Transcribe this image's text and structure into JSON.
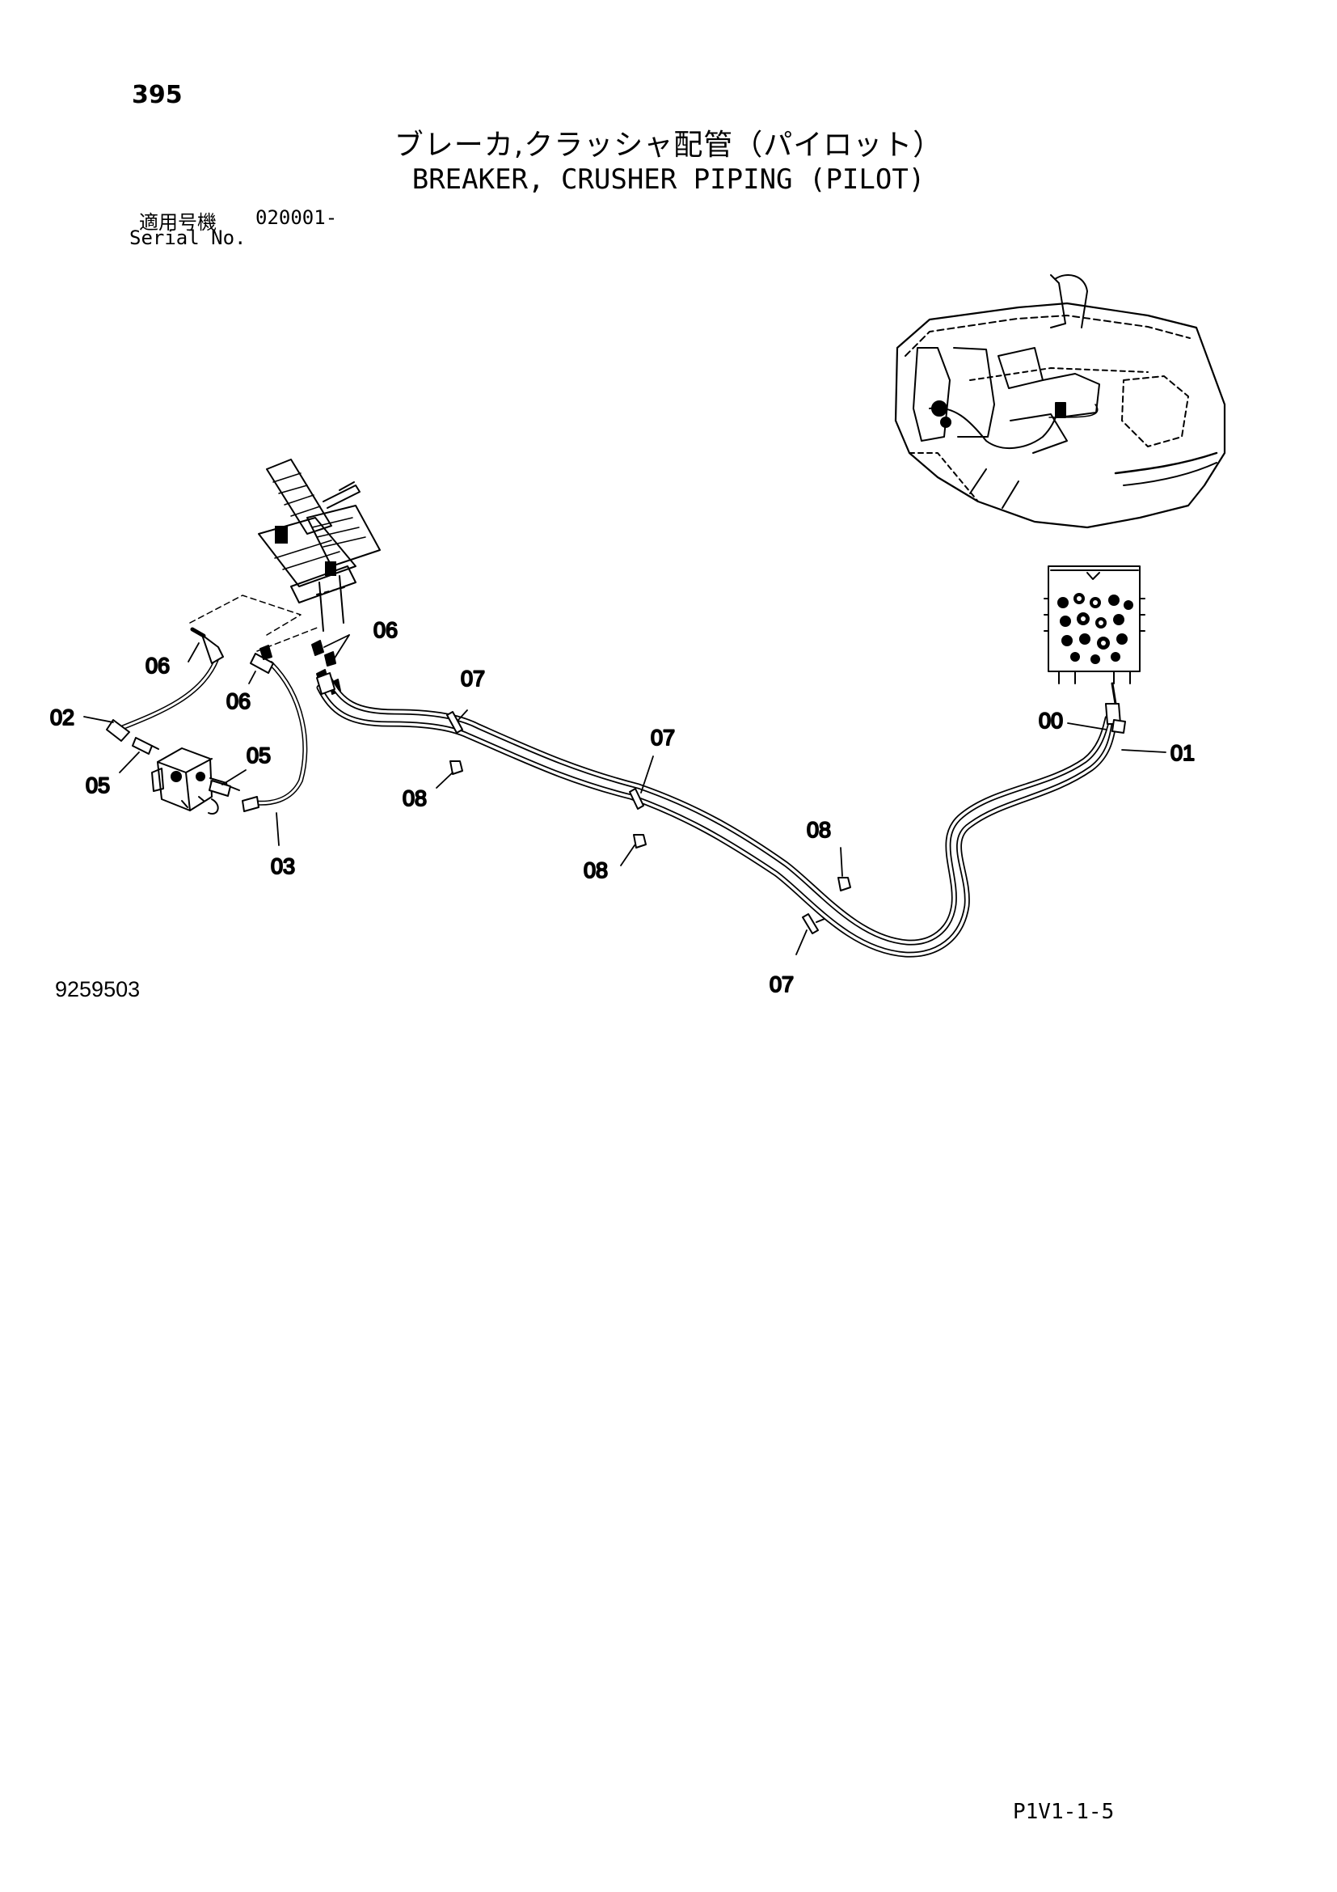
{
  "header": {
    "page_number": "395",
    "title_jp": "ブレーカ,クラッシャ配管（パイロット）",
    "title_en": "BREAKER, CRUSHER PIPING (PILOT)",
    "serial_label_jp": "適用号機",
    "serial_range": "020001-",
    "serial_label_en": "Serial No."
  },
  "diagram": {
    "figure_number": "9259503",
    "callouts": {
      "c00": "00",
      "c01": "01",
      "c02": "02",
      "c03": "03",
      "c05a": "05",
      "c05b": "05",
      "c06a": "06",
      "c06b": "06",
      "c06c": "06",
      "c07a": "07",
      "c07b": "07",
      "c07c": "07",
      "c08a": "08",
      "c08b": "08",
      "c08c": "08"
    }
  },
  "footer": {
    "code": "P1V1-1-5"
  }
}
